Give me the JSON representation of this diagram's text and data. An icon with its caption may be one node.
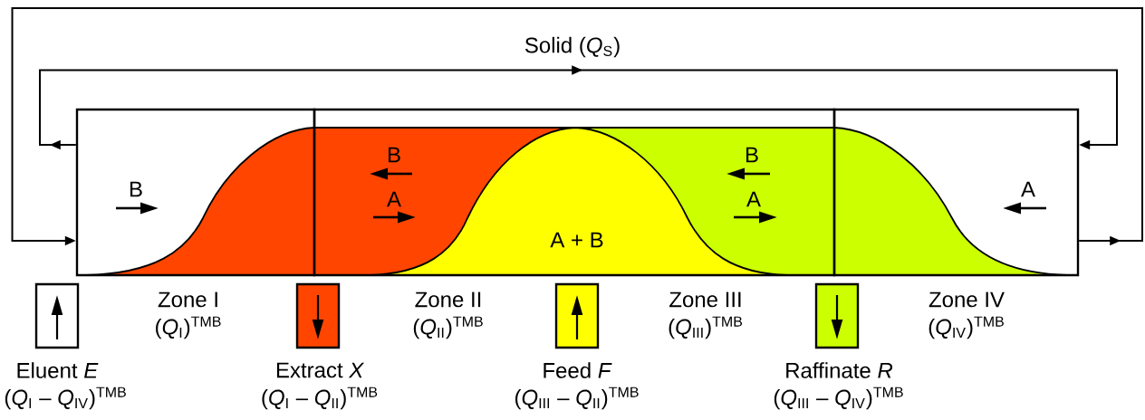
{
  "diagram": {
    "nodes": [
      {
        "text": [],
        "shape": "box",
        "beside": [
          "Zone I",
          "(*Q*$_{I}$)$^{TMB}$"
        ]
      },
      {
        "text": [],
        "shape": "box",
        "beside": [
          "Zone II",
          "(*Q*$_{II}$)$^{TMB}$",
          "Zone III",
          "(*Q*$_{III}$)$^{TMB}$"
        ]
      },
      {
        "text": [],
        "shape": "box",
        "beside": [
          "Zone IV",
          "(*Q*$_{IV}$)$^{TMB}$"
        ]
      },
      {
        "text": [],
        "shape": "box",
        "beside": [
          "Eluent *E*",
          "(*Q*$_{I}$ – *Q*$_{IV}$)$^{TMB}$"
        ]
      },
      {
        "text": [],
        "shape": "box",
        "beside": [
          "Extract *X*",
          "(*Q*$_{I}$ – *Q*$_{II}$)$^{TMB}$"
        ]
      },
      {
        "text": [],
        "shape": "box",
        "beside": [
          "Feed *F*",
          "(*Q*$_{III}$ – *Q*$_{II}$)$^{TMB}$"
        ]
      },
      {
        "text": [],
        "shape": "box",
        "beside": [
          "Raffinate *R*",
          "(*Q*$_{III}$ – *Q*$_{IV}$)$^{TMB}$"
        ]
      }
    ],
    "edges": [
      {
        "from": 0,
        "to": 2,
        "arrow": "to",
        "label": "Solid (*Q*$_{S}$)"
      },
      {
        "from": 2,
        "to": 0,
        "arrow": "to"
      }
    ],
    "labels": [
      "B",
      "B",
      "B",
      "A",
      "A",
      "A",
      "A + B"
    ]
  }
}
